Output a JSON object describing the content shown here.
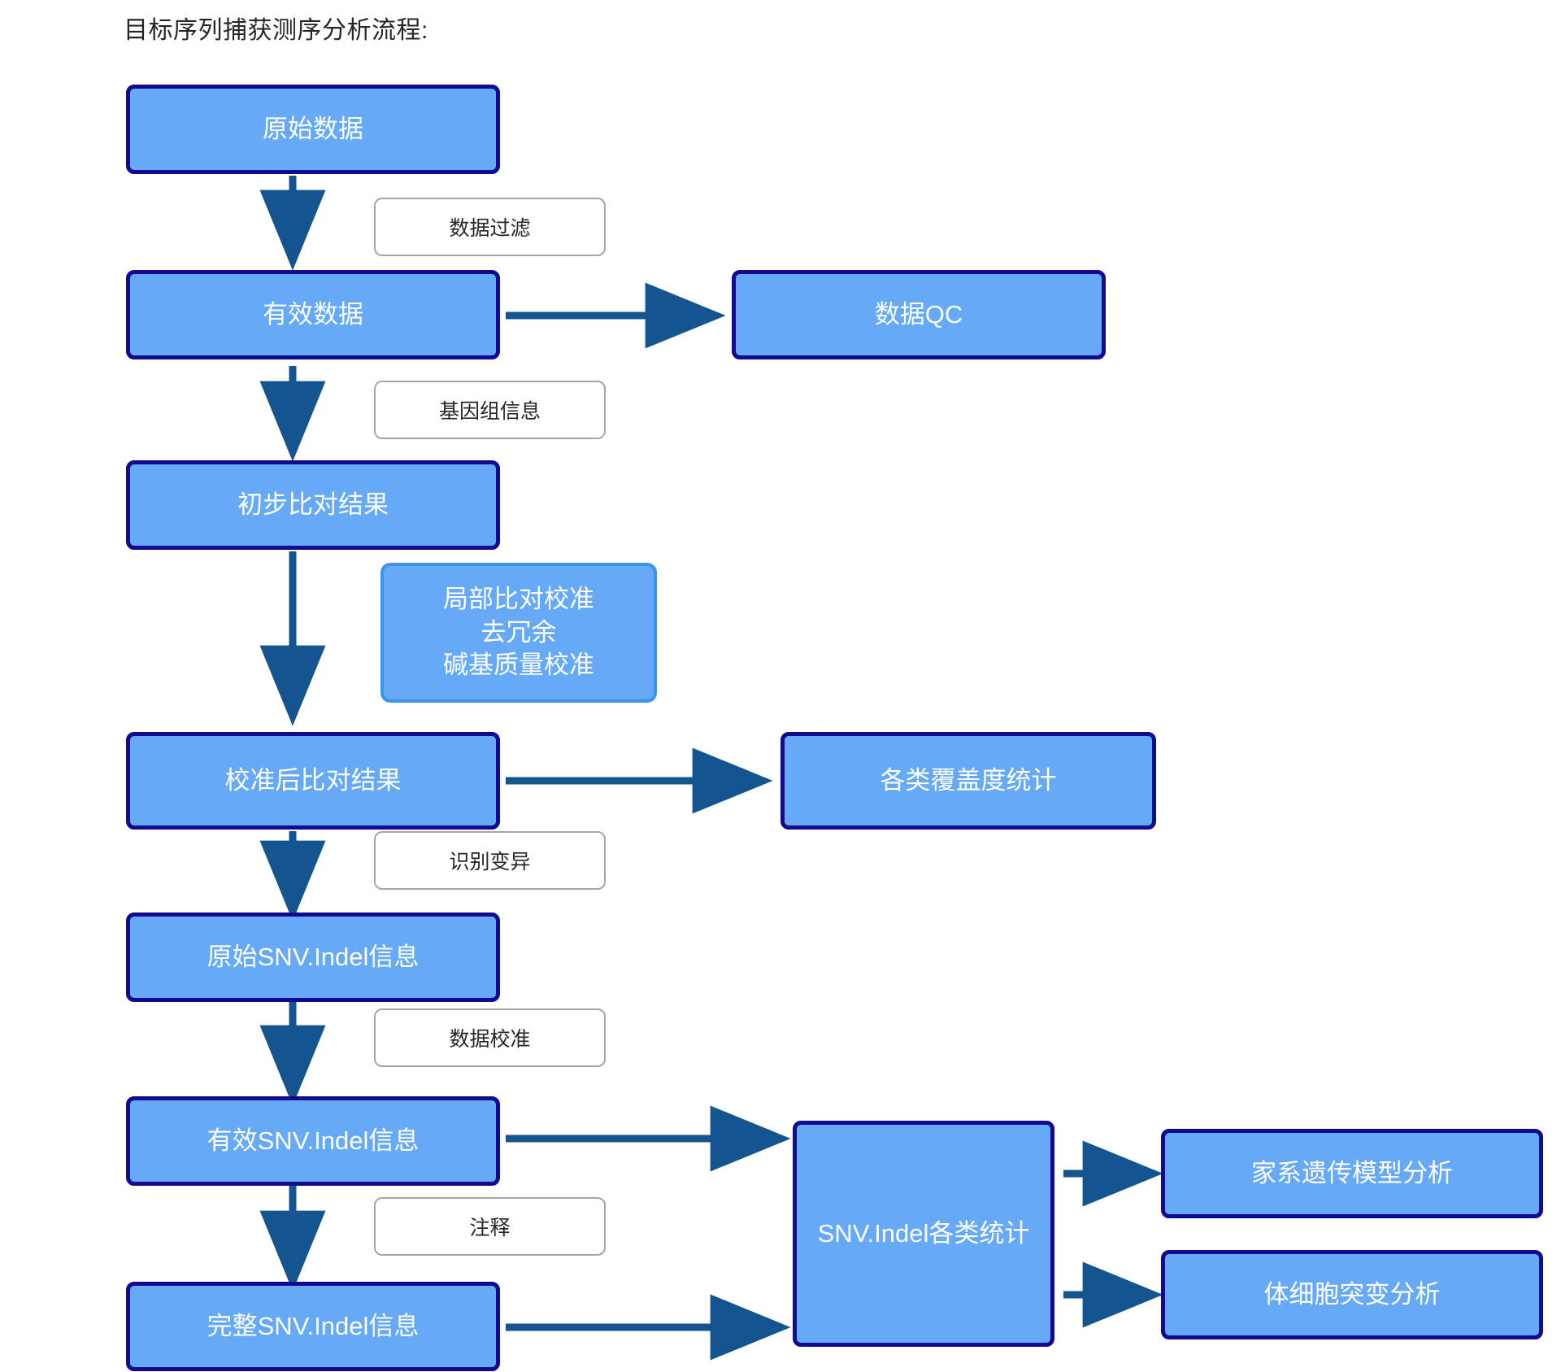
{
  "page": {
    "title": "目标序列捕获测序分析流程:",
    "background": "#ffffff"
  },
  "colors": {
    "node_fill": "#66a9f7",
    "node_border": "#120a8f",
    "soft_node_border": "#3d95eb",
    "arrow": "#14558f",
    "label_border": "#a6a6a6",
    "node_text": "#ffffff",
    "label_text": "#262626"
  },
  "nodes": {
    "raw_data": "原始数据",
    "valid_data": "有效数据",
    "data_qc": "数据QC",
    "initial_alignment": "初步比对结果",
    "realign_block": "局部比对校准\n去冗余\n碱基质量校准",
    "calibrated_alignment": "校准后比对结果",
    "coverage_stats": "各类覆盖度统计",
    "raw_snv_indel": "原始SNV.Indel信息",
    "valid_snv_indel": "有效SNV.Indel信息",
    "complete_snv_indel": "完整SNV.Indel信息",
    "snv_indel_stats": "SNV.Indel各类统计",
    "pedigree_model": "家系遗传模型分析",
    "somatic_mutation": "体细胞突变分析"
  },
  "edge_labels": {
    "data_filter": "数据过滤",
    "genome_info": "基因组信息",
    "variant_calling": "识别变异",
    "data_calibration": "数据校准",
    "annotation": "注释"
  },
  "flow": {
    "steps": [
      {
        "from": "原始数据",
        "to": "有效数据",
        "label": "数据过滤",
        "direction": "down"
      },
      {
        "from": "有效数据",
        "to": "数据QC",
        "label": "",
        "direction": "right"
      },
      {
        "from": "有效数据",
        "to": "初步比对结果",
        "label": "基因组信息",
        "direction": "down"
      },
      {
        "from": "初步比对结果",
        "to": "校准后比对结果",
        "label": "局部比对校准 / 去冗余 / 碱基质量校准",
        "direction": "down"
      },
      {
        "from": "校准后比对结果",
        "to": "各类覆盖度统计",
        "label": "",
        "direction": "right"
      },
      {
        "from": "校准后比对结果",
        "to": "原始SNV.Indel信息",
        "label": "识别变异",
        "direction": "down"
      },
      {
        "from": "原始SNV.Indel信息",
        "to": "有效SNV.Indel信息",
        "label": "数据校准",
        "direction": "down"
      },
      {
        "from": "有效SNV.Indel信息",
        "to": "SNV.Indel各类统计",
        "label": "",
        "direction": "right"
      },
      {
        "from": "有效SNV.Indel信息",
        "to": "完整SNV.Indel信息",
        "label": "注释",
        "direction": "down"
      },
      {
        "from": "完整SNV.Indel信息",
        "to": "SNV.Indel各类统计",
        "label": "",
        "direction": "right"
      },
      {
        "from": "SNV.Indel各类统计",
        "to": "家系遗传模型分析",
        "label": "",
        "direction": "right"
      },
      {
        "from": "SNV.Indel各类统计",
        "to": "体细胞突变分析",
        "label": "",
        "direction": "right"
      }
    ]
  }
}
